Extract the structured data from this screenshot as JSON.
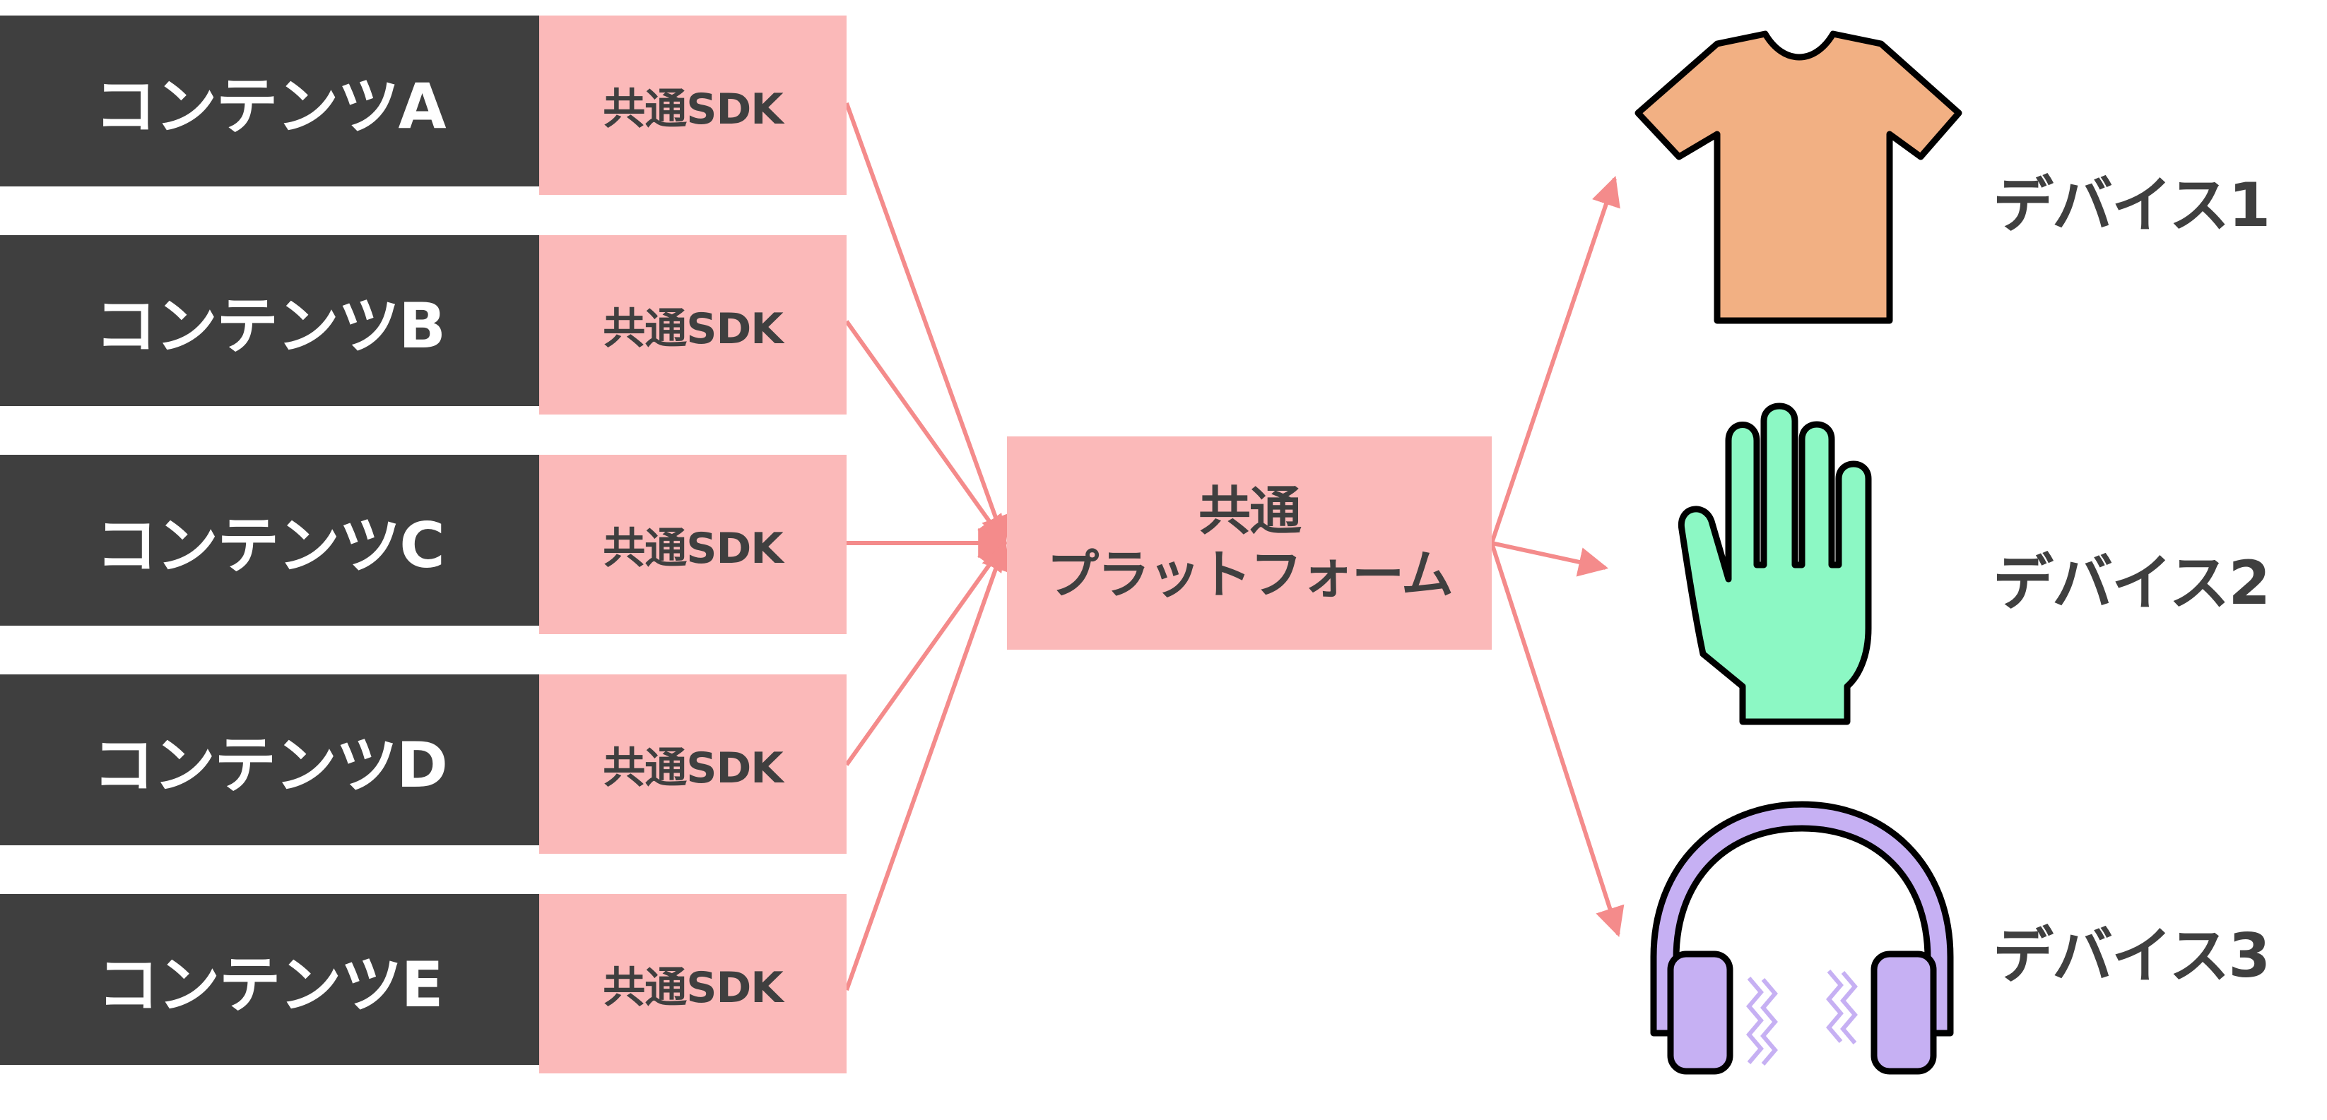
{
  "contents": [
    {
      "label": "コンテンツA",
      "sdk_label": "共通SDK"
    },
    {
      "label": "コンテンツB",
      "sdk_label": "共通SDK"
    },
    {
      "label": "コンテンツC",
      "sdk_label": "共通SDK"
    },
    {
      "label": "コンテンツD",
      "sdk_label": "共通SDK"
    },
    {
      "label": "コンテンツE",
      "sdk_label": "共通SDK"
    }
  ],
  "platform": {
    "line1": "共通",
    "line2": "プラットフォーム"
  },
  "devices": [
    {
      "label": "デバイス1",
      "icon": "t-shirt-icon"
    },
    {
      "label": "デバイス2",
      "icon": "glove-icon"
    },
    {
      "label": "デバイス3",
      "icon": "headphones-icon"
    }
  ],
  "colors": {
    "content_box": "#3f3f3f",
    "sdk_box": "#fbb9b9",
    "connector": "#f48b8b",
    "text_dark": "#3f3f3f",
    "tshirt_fill": "#f2b083",
    "glove_fill": "#8cf8c4",
    "headphones_fill": "#c6b0f3"
  }
}
